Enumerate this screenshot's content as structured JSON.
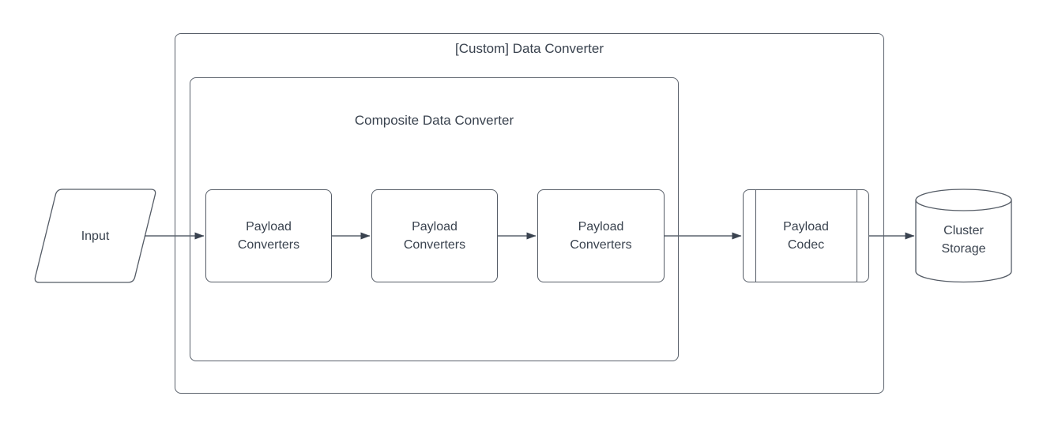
{
  "colors": {
    "canvas_background": "#ffffff",
    "shape_stroke": "#555C66",
    "container_stroke": "#5A616B",
    "arrow": "#3A4350",
    "text": "#39424E"
  },
  "containers": {
    "outer": {
      "label": "[Custom] Data Converter"
    },
    "inner": {
      "label": "Composite Data Converter"
    }
  },
  "nodes": {
    "input": {
      "label": "Input",
      "shape": "parallelogram"
    },
    "payload_converters": [
      {
        "label": "Payload\nConverters",
        "shape": "rounded-rectangle"
      },
      {
        "label": "Payload\nConverters",
        "shape": "rounded-rectangle"
      },
      {
        "label": "Payload\nConverters",
        "shape": "rounded-rectangle"
      }
    ],
    "payload_codec": {
      "label": "Payload\nCodec",
      "shape": "predefined-process"
    },
    "cluster_storage": {
      "label": "Cluster\nStorage",
      "shape": "cylinder"
    }
  },
  "edges": [
    {
      "from": "input",
      "to": "payload-converters-1"
    },
    {
      "from": "payload-converters-1",
      "to": "payload-converters-2"
    },
    {
      "from": "payload-converters-2",
      "to": "payload-converters-3"
    },
    {
      "from": "payload-converters-3",
      "to": "payload-codec"
    },
    {
      "from": "payload-codec",
      "to": "cluster-storage"
    }
  ]
}
